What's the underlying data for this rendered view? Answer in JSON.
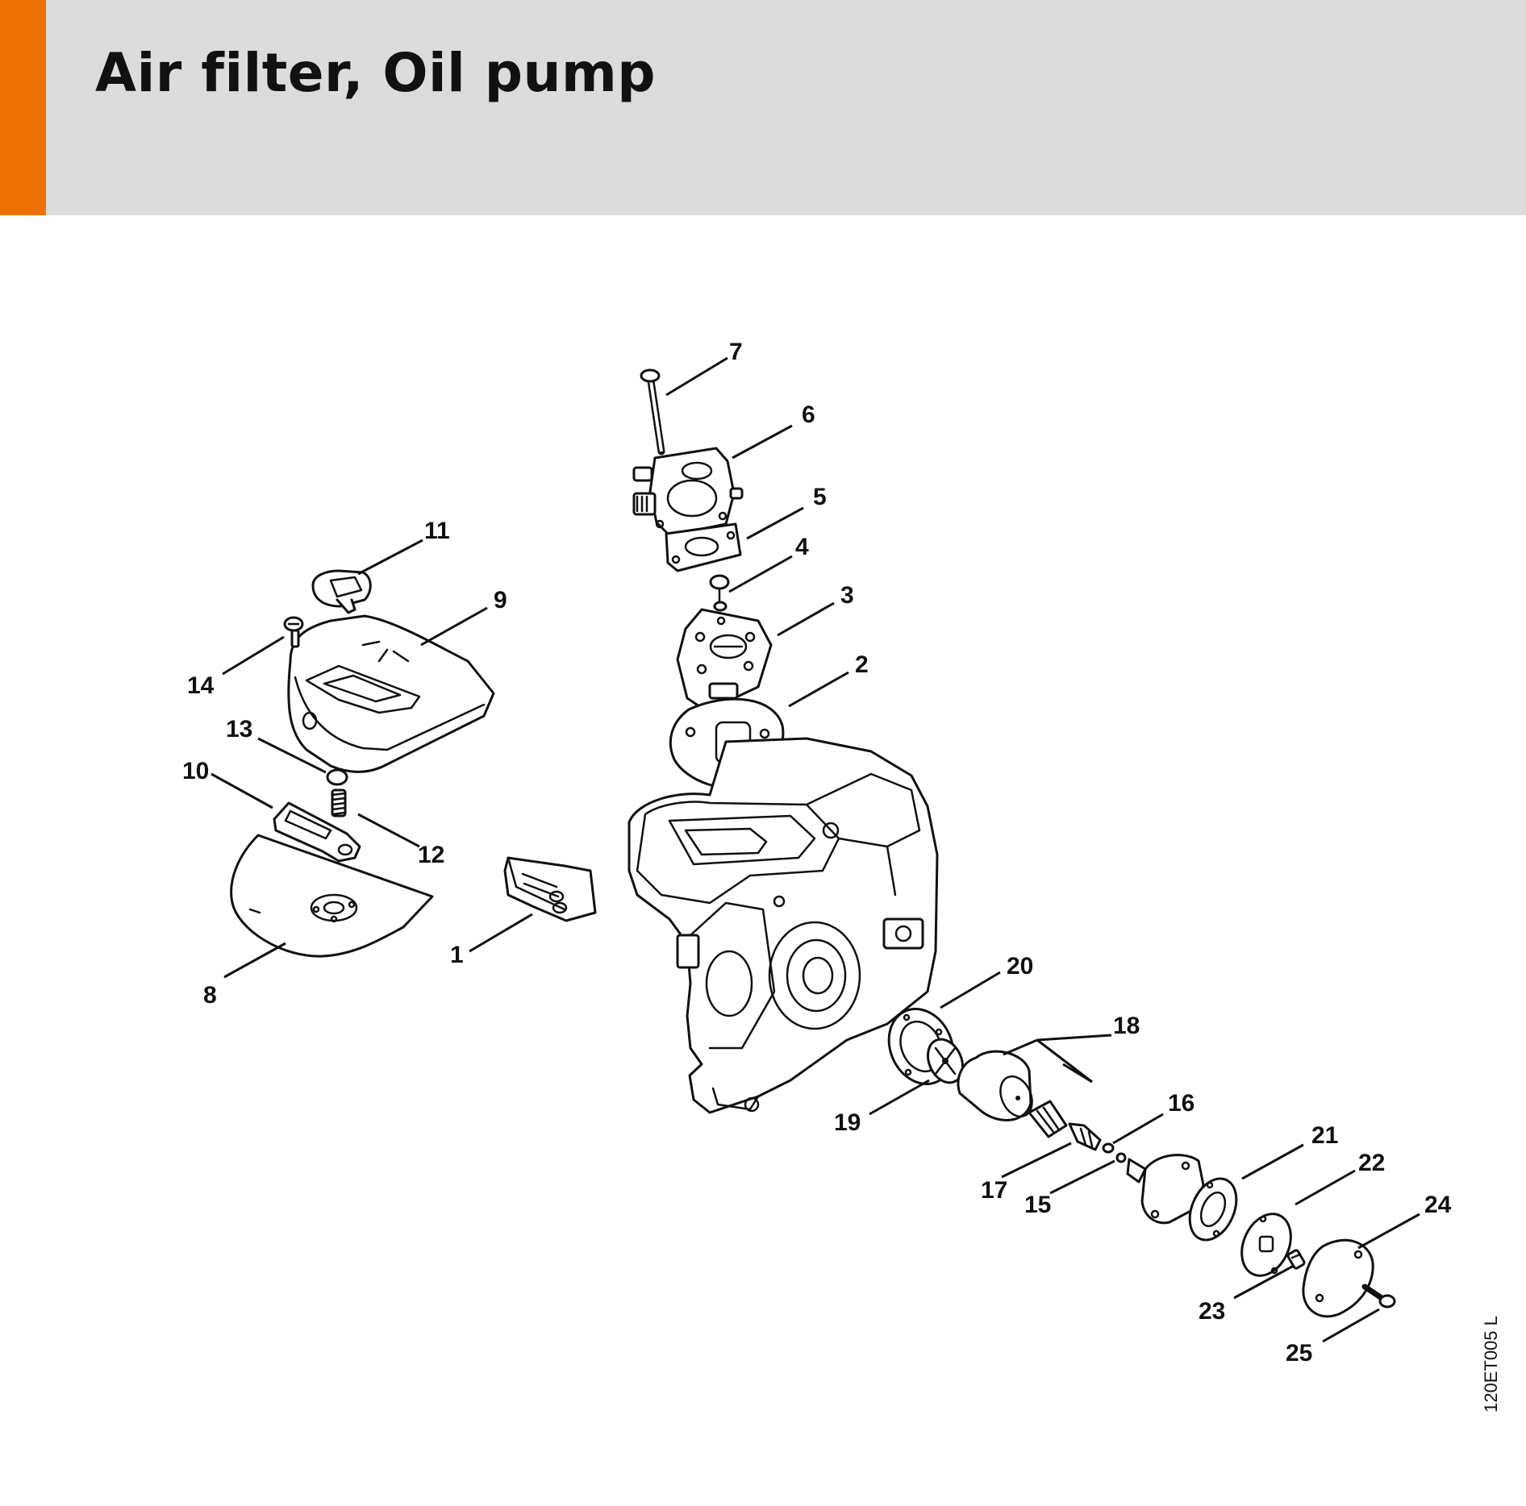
{
  "header": {
    "title": "Air filter, Oil pump",
    "accent_color": "#ee7203",
    "background_color": "#dcdcdc"
  },
  "callouts": {
    "p1": "1",
    "p2": "2",
    "p3": "3",
    "p4": "4",
    "p5": "5",
    "p6": "6",
    "p7": "7",
    "p8": "8",
    "p9": "9",
    "p10": "10",
    "p11": "11",
    "p12": "12",
    "p13": "13",
    "p14": "14",
    "p15": "15",
    "p16": "16",
    "p17": "17",
    "p18": "18",
    "p19": "19",
    "p20": "20",
    "p21": "21",
    "p22": "22",
    "p23": "23",
    "p24": "24",
    "p25": "25"
  },
  "drawing_id": "120ET005 L"
}
